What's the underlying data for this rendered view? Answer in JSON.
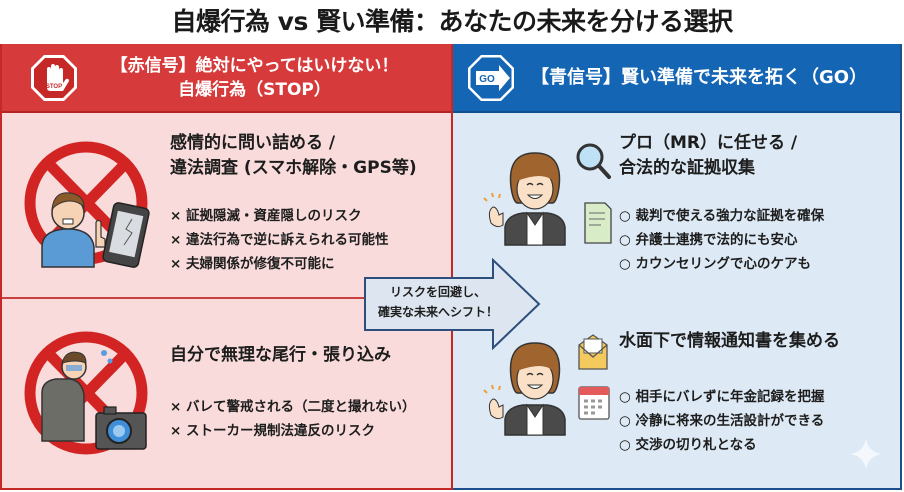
{
  "title": "自爆行為 vs 賢い準備：あなたの未来を分ける選択",
  "colors": {
    "stop_header": "#d63a3a",
    "stop_body": "#f9dbdb",
    "go_header": "#1565b5",
    "go_body": "#dde9f5",
    "arrow_fill": "#dde6f0",
    "arrow_border": "#2c4f7c"
  },
  "left": {
    "icon": "stop-hand-sign-icon",
    "icon_label": "STOP",
    "header_line1": "【赤信号】絶対にやってはいけない！",
    "header_line2": "自爆行為（STOP）",
    "items": [
      {
        "illustration": "angry-man-broken-phone-prohibited-icon",
        "title_line1": "感情的に問い詰める /",
        "title_line2": "違法調査 (スマホ解除・GPS等)",
        "bullets": [
          "× 証拠隠滅・資産隠しのリスク",
          "× 違法行為で逆に訴えられる可能性",
          "× 夫婦関係が修復不可能に"
        ]
      },
      {
        "illustration": "nervous-man-camera-prohibited-icon",
        "title_line1": "自分で無理な尾行・張り込み",
        "bullets": [
          "× バレて警戒される（二度と撮れない）",
          "× ストーカー規制法違反のリスク"
        ]
      }
    ]
  },
  "right": {
    "icon": "go-arrow-sign-icon",
    "icon_label": "GO",
    "header": "【青信号】賢い準備で未来を拓く（GO）",
    "items": [
      {
        "illustration": "professional-woman-magnifier-document-icon",
        "title_line1": "プロ（MR）に任せる /",
        "title_line2": "合法的な証拠収集",
        "bullets": [
          "○ 裁判で使える強力な証拠を確保",
          "○ 弁護士連携で法的にも安心",
          "○ カウンセリングで心のケアも"
        ]
      },
      {
        "illustration": "professional-woman-envelope-calendar-icon",
        "title_line1": "水面下で情報通知書を集める",
        "bullets": [
          "○ 相手にバレずに年金記録を把握",
          "○ 冷静に将来の生活設計ができる",
          "○ 交渉の切り札となる"
        ]
      }
    ]
  },
  "arrow": {
    "line1": "リスクを回避し、",
    "line2": "確実な未来へシフト！"
  }
}
